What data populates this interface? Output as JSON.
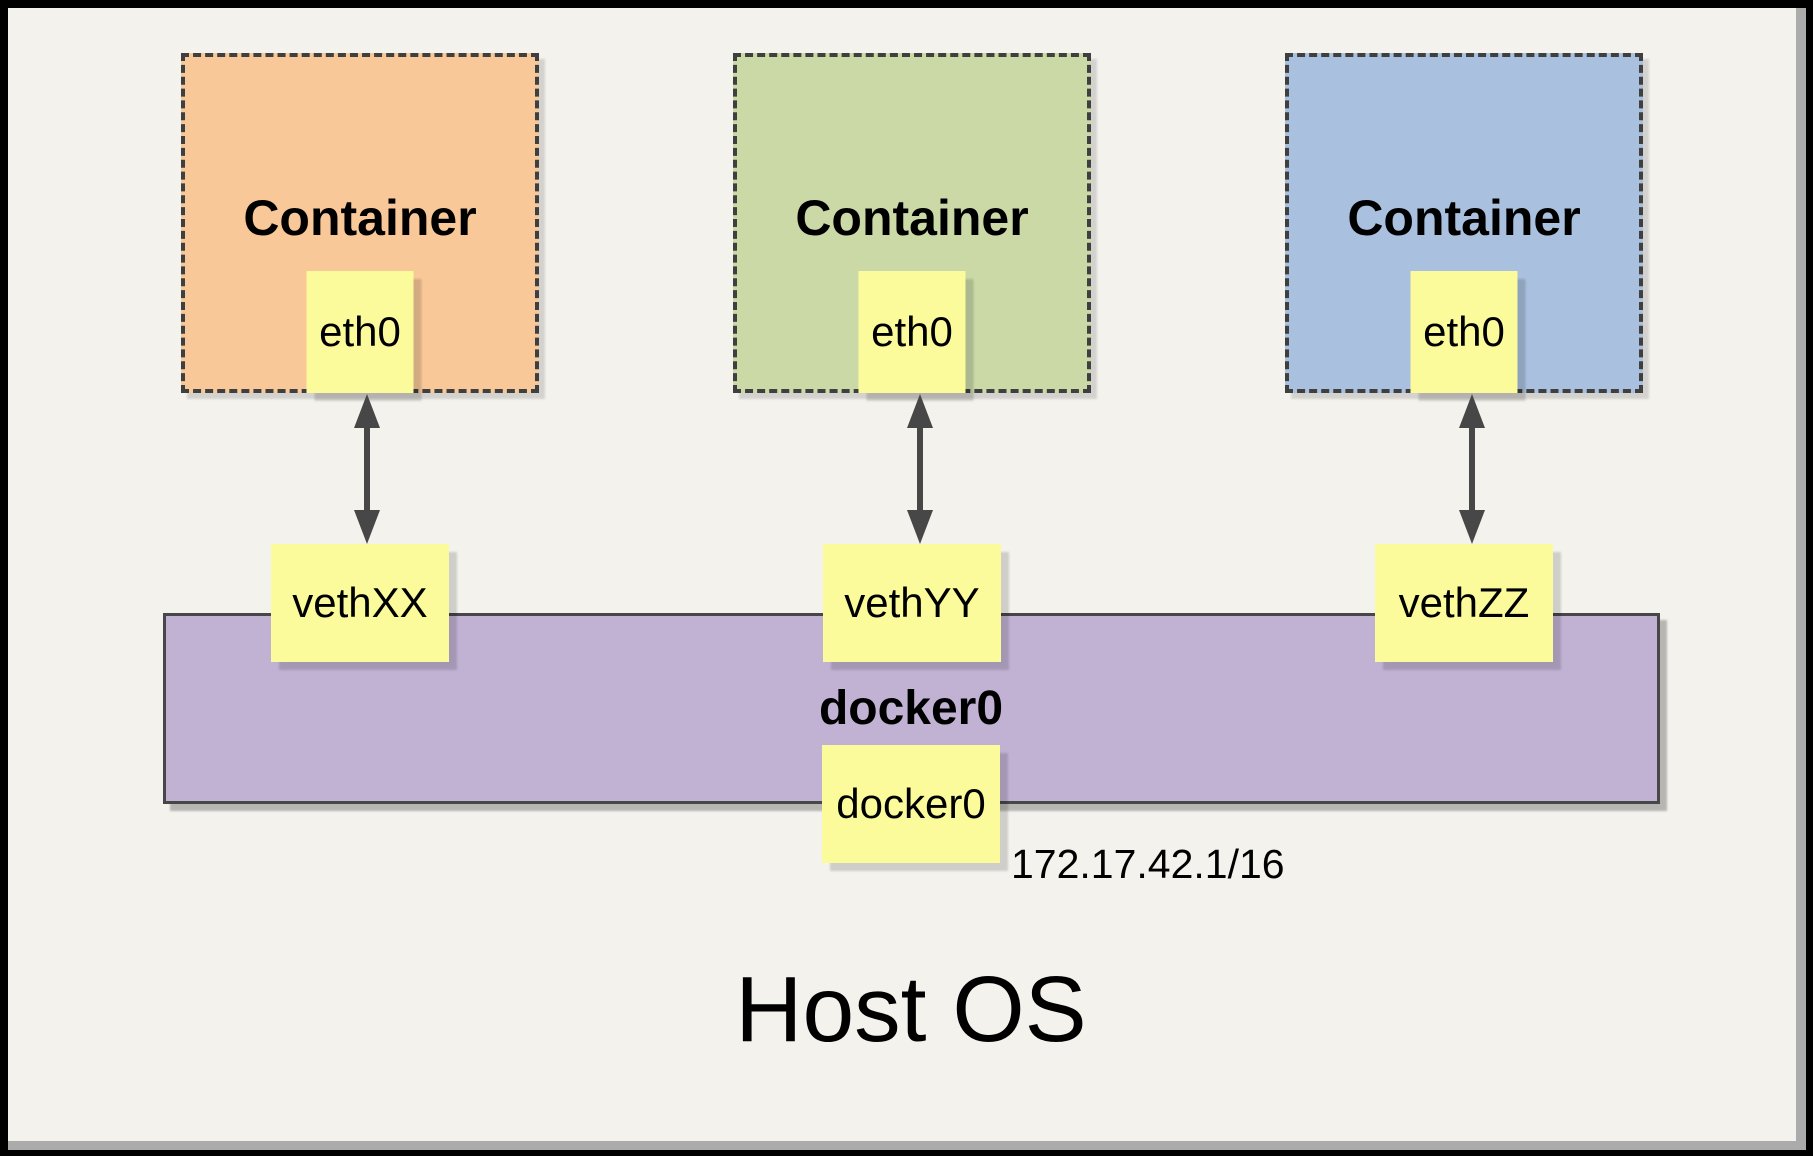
{
  "diagram": {
    "host_label": "Host OS",
    "ip_annotation": "172.17.42.1/16",
    "bridge": {
      "name_label": "docker0",
      "interface_box": "docker0",
      "fill": "#C1B2D4"
    },
    "containers": [
      {
        "title": "Container",
        "interface_box": "eth0",
        "veth_box": "vethXX",
        "fill": "#F8C898"
      },
      {
        "title": "Container",
        "interface_box": "eth0",
        "veth_box": "vethYY",
        "fill": "#CBD9A7"
      },
      {
        "title": "Container",
        "interface_box": "eth0",
        "veth_box": "vethZZ",
        "fill": "#A9C0DE"
      }
    ],
    "colors": {
      "page_background": "#F4F2ED",
      "outer_frame": "#000000",
      "frame_shadow": "#ABABAB",
      "node_yellow": "#FBFB9B",
      "line_dark": "#474747",
      "dash_border": "#3F3F3F"
    }
  }
}
